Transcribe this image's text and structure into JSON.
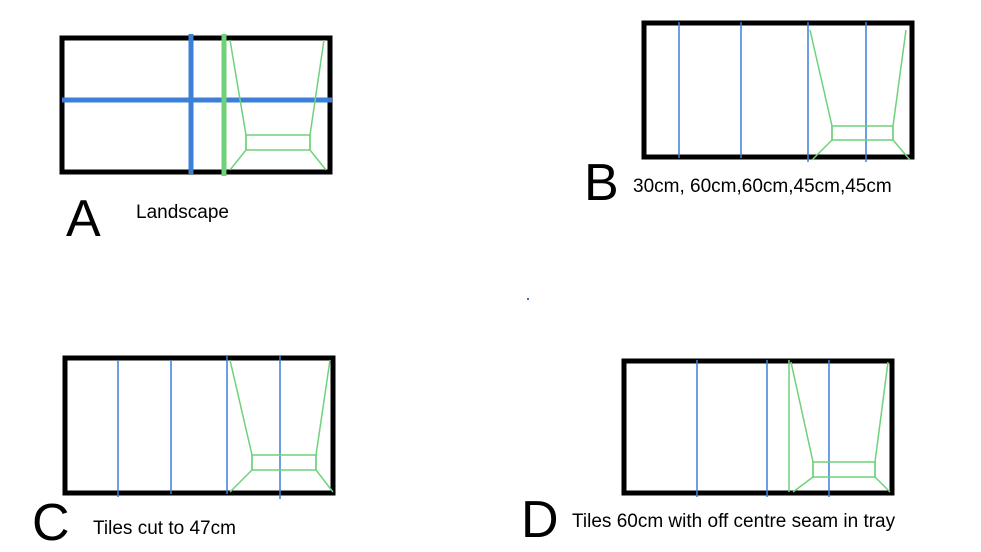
{
  "panels": [
    {
      "letter": "A",
      "caption": "Landscape"
    },
    {
      "letter": "B",
      "caption": "30cm, 60cm,60cm,45cm,45cm"
    },
    {
      "letter": "C",
      "caption": "Tiles cut to 47cm"
    },
    {
      "letter": "D",
      "caption": "Tiles 60cm with off centre seam in tray"
    }
  ],
  "colors": {
    "outline": "#000000",
    "tile_seam": "#3b7fd9",
    "tray": "#6fd27a"
  }
}
